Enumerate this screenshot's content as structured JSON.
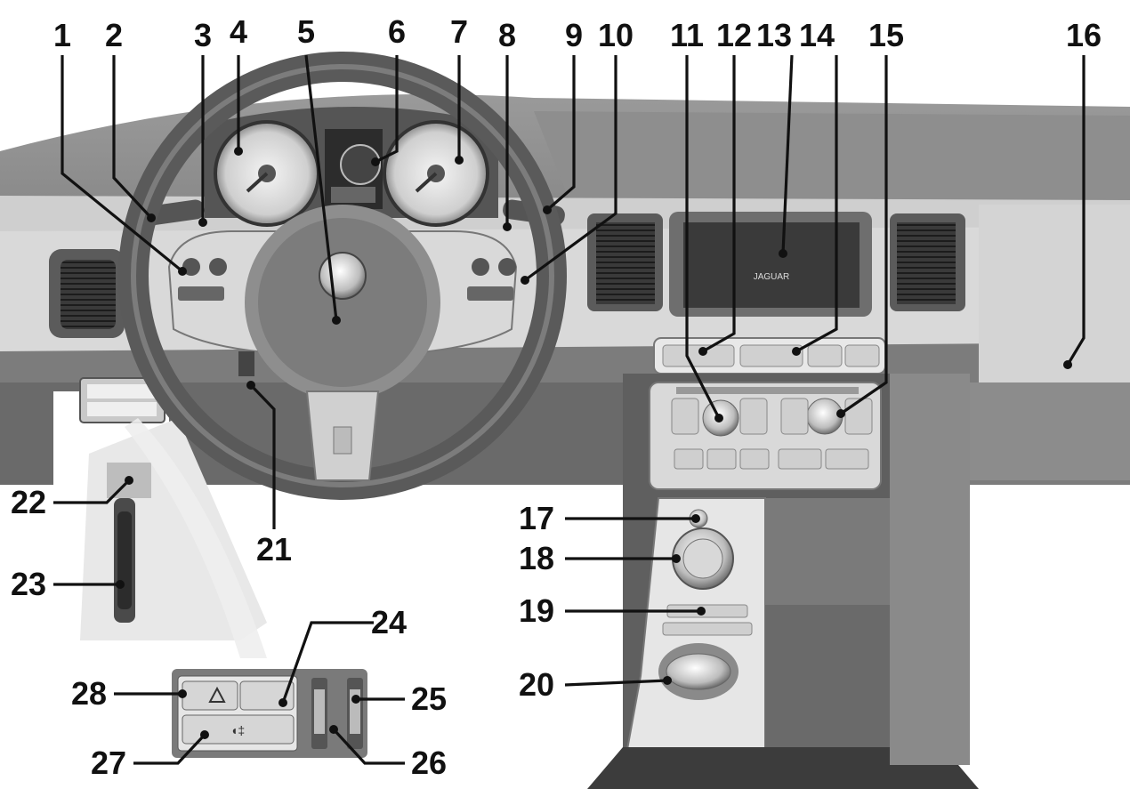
{
  "colors": {
    "ink": "#111111",
    "panel_light": "#e3e3e3",
    "panel_mid": "#bdbdbd",
    "panel_dark": "#6b6b6b",
    "leather": "#555555",
    "screen": "#3a3a3a"
  },
  "callouts": [
    {
      "id": "1",
      "label": "1"
    },
    {
      "id": "2",
      "label": "2"
    },
    {
      "id": "3",
      "label": "3"
    },
    {
      "id": "4",
      "label": "4"
    },
    {
      "id": "5",
      "label": "5"
    },
    {
      "id": "6",
      "label": "6"
    },
    {
      "id": "7",
      "label": "7"
    },
    {
      "id": "8",
      "label": "8"
    },
    {
      "id": "9",
      "label": "9"
    },
    {
      "id": "10",
      "label": "10"
    },
    {
      "id": "11",
      "label": "11"
    },
    {
      "id": "12",
      "label": "12"
    },
    {
      "id": "13",
      "label": "13"
    },
    {
      "id": "14",
      "label": "14"
    },
    {
      "id": "15",
      "label": "15"
    },
    {
      "id": "16",
      "label": "16"
    },
    {
      "id": "17",
      "label": "17"
    },
    {
      "id": "18",
      "label": "18"
    },
    {
      "id": "19",
      "label": "19"
    },
    {
      "id": "20",
      "label": "20"
    },
    {
      "id": "21",
      "label": "21"
    },
    {
      "id": "22",
      "label": "22"
    },
    {
      "id": "23",
      "label": "23"
    },
    {
      "id": "24",
      "label": "24"
    },
    {
      "id": "25",
      "label": "25"
    },
    {
      "id": "26",
      "label": "26"
    },
    {
      "id": "27",
      "label": "27"
    },
    {
      "id": "28",
      "label": "28"
    }
  ],
  "screen_logo": "JAGUAR"
}
